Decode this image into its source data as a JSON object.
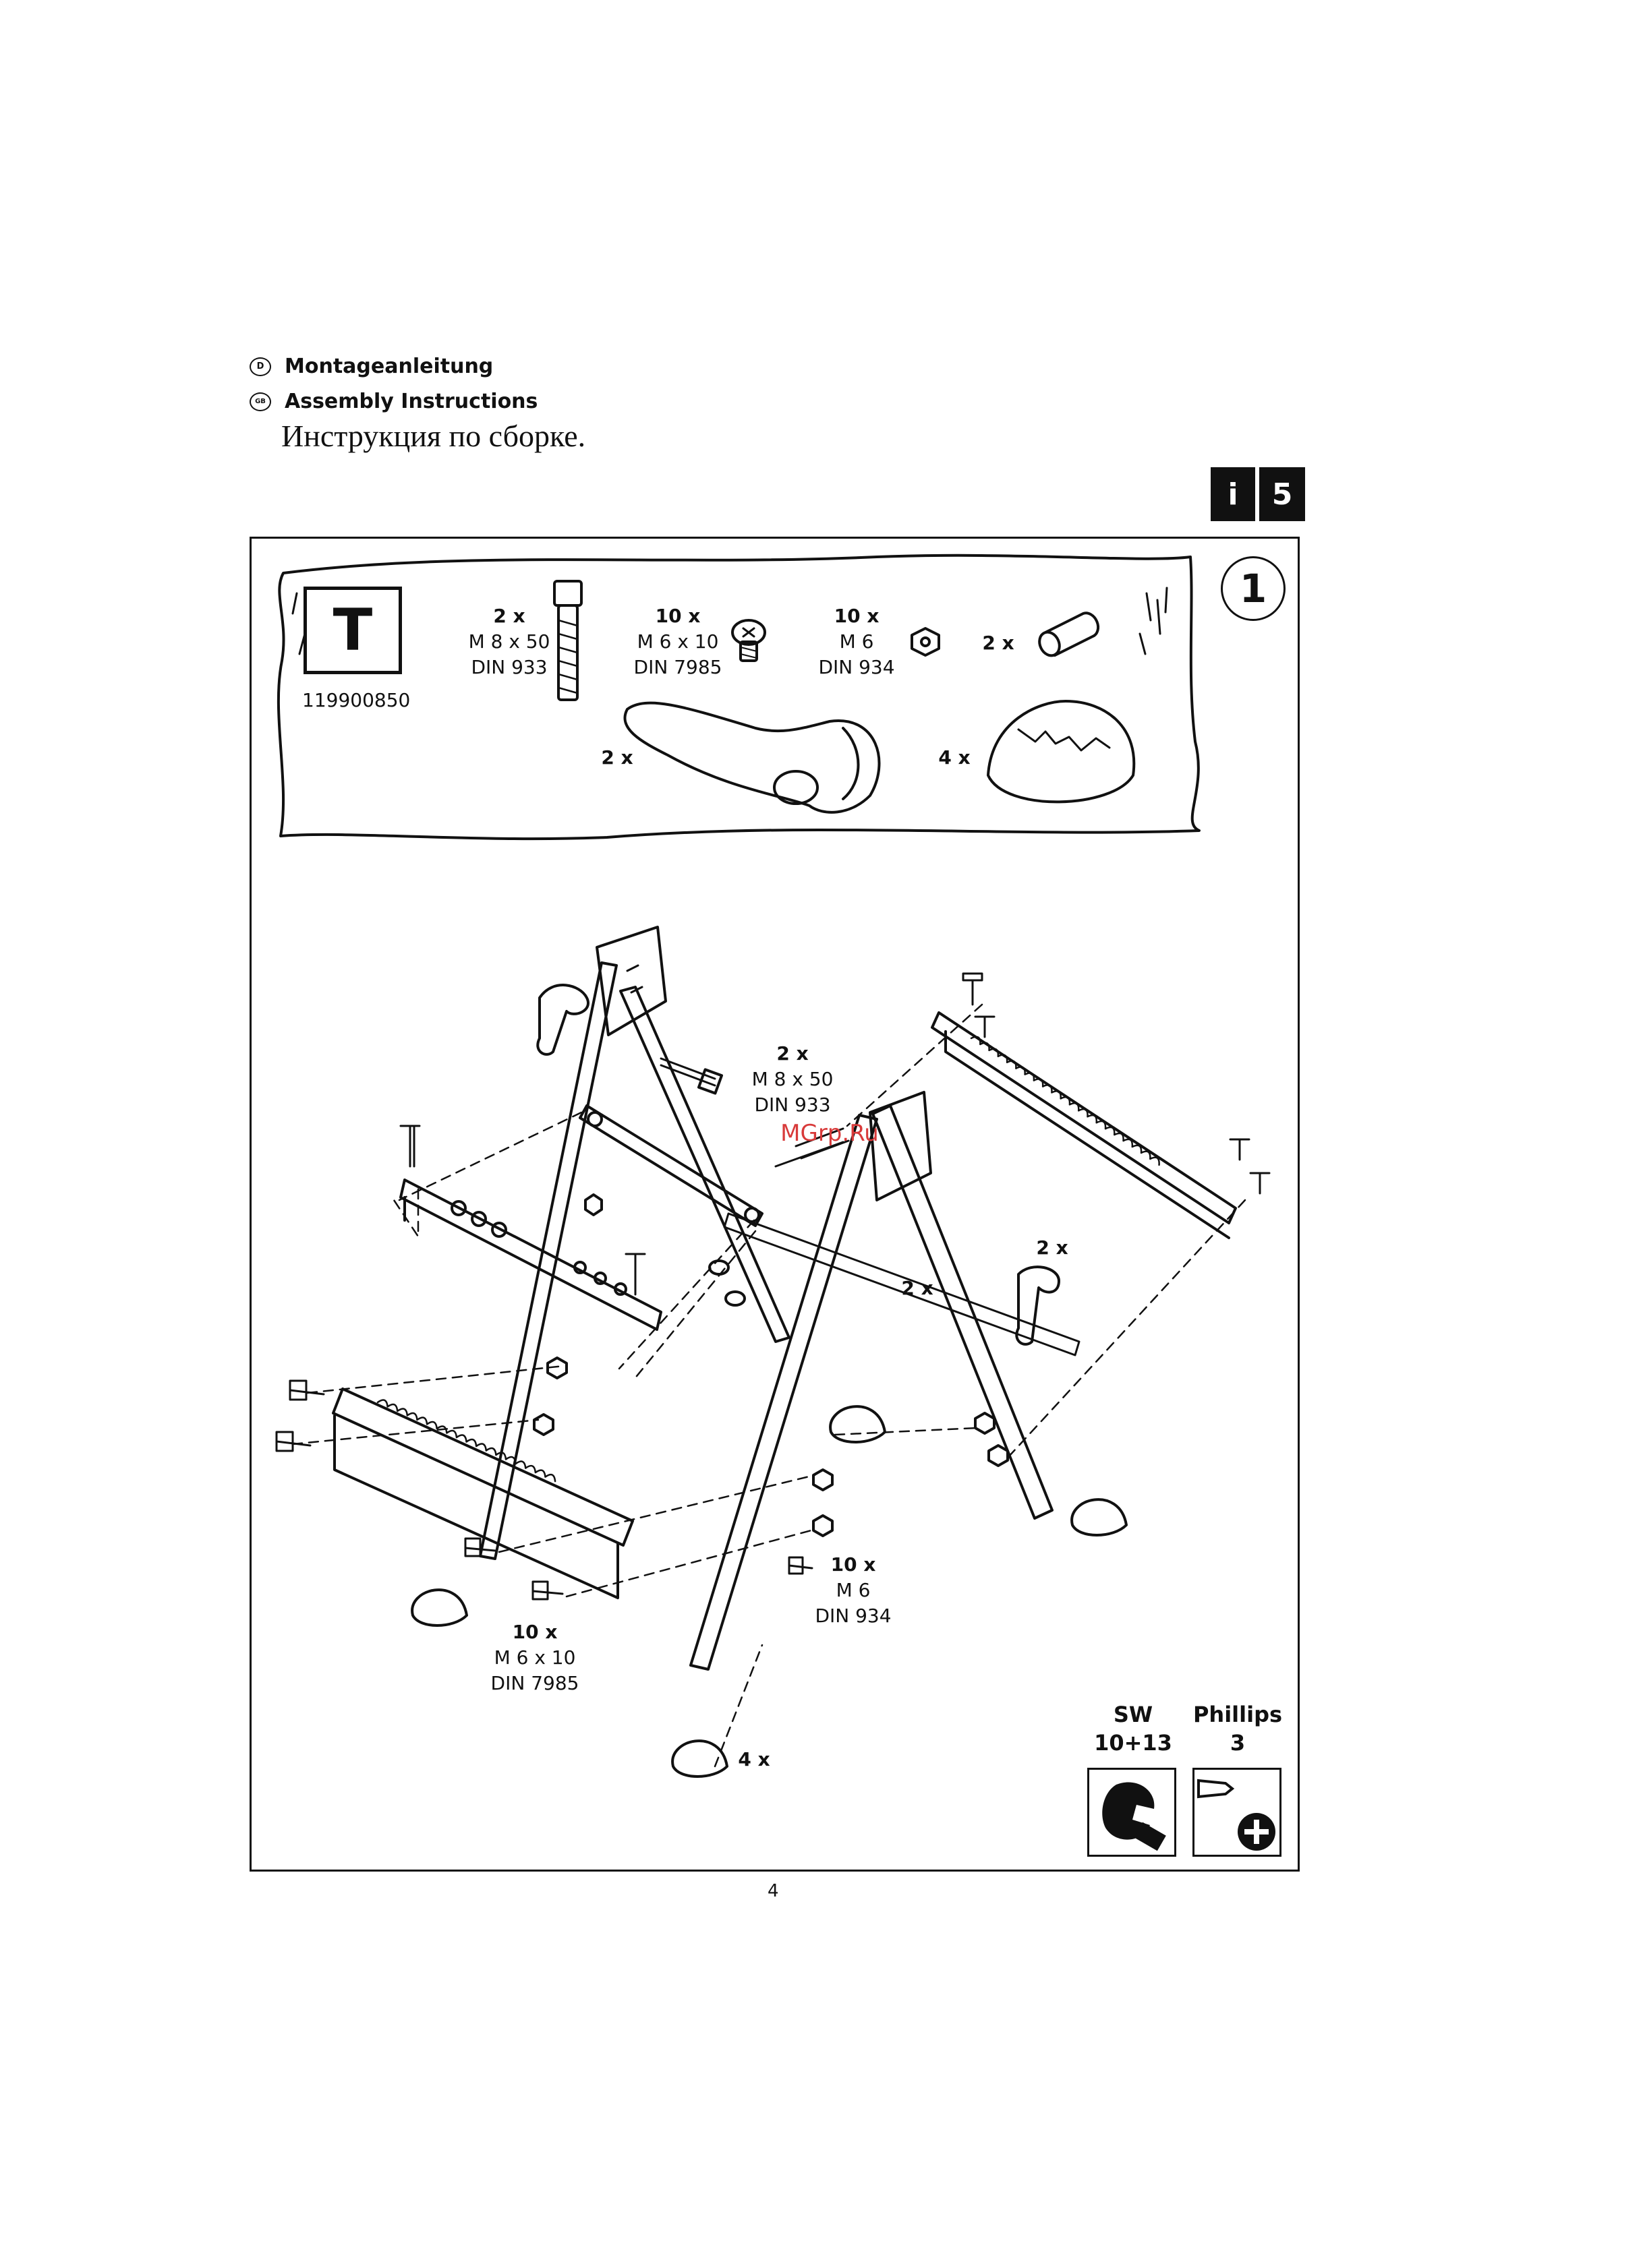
{
  "header": {
    "de_badge": "D",
    "de_title": "Montageanleitung",
    "gb_badge": "GB",
    "gb_title": "Assembly Instructions",
    "ru_title": "Инструкция по сборке."
  },
  "info_badge": {
    "left": "i",
    "right": "5"
  },
  "step_number": "1",
  "parts_bag": {
    "bag_letter": "T",
    "bag_code": "119900850",
    "items": [
      {
        "qty": "2 x",
        "line1": "M 8 x 50",
        "line2": "DIN 933",
        "icon": "hex-bolt-icon"
      },
      {
        "qty": "10 x",
        "line1": "M 6 x 10",
        "line2": "DIN 7985",
        "icon": "phillips-screw-icon"
      },
      {
        "qty": "10 x",
        "line1": "M 6",
        "line2": "DIN 934",
        "icon": "hex-nut-icon"
      },
      {
        "qty": "2 x",
        "icon": "spacer-sleeve-icon"
      },
      {
        "qty": "2 x",
        "icon": "clamp-lever-icon"
      },
      {
        "qty": "4 x",
        "icon": "rubber-foot-icon"
      }
    ]
  },
  "diagram_labels": {
    "bolt_qty": "2 x",
    "bolt_size": "M 8 x 50",
    "bolt_din": "DIN 933",
    "lever_qty_1": "2 x",
    "lever_qty_2": "2 x",
    "nut_qty": "10 x",
    "nut_size": "M 6",
    "nut_din": "DIN 934",
    "screw_qty": "10 x",
    "screw_size": "M 6 x 10",
    "screw_din": "DIN 7985",
    "feet_qty": "4 x",
    "watermark": "MGrp.Ru"
  },
  "tools": [
    {
      "line1": "SW",
      "line2": "10+13",
      "icon": "wrench-icon"
    },
    {
      "line1": "Phillips",
      "line2": "3",
      "icon": "phillips-screwdriver-icon"
    }
  ],
  "page_number": "4",
  "colors": {
    "ink": "#111111",
    "watermark": "#d83a3a",
    "paper": "#ffffff"
  }
}
